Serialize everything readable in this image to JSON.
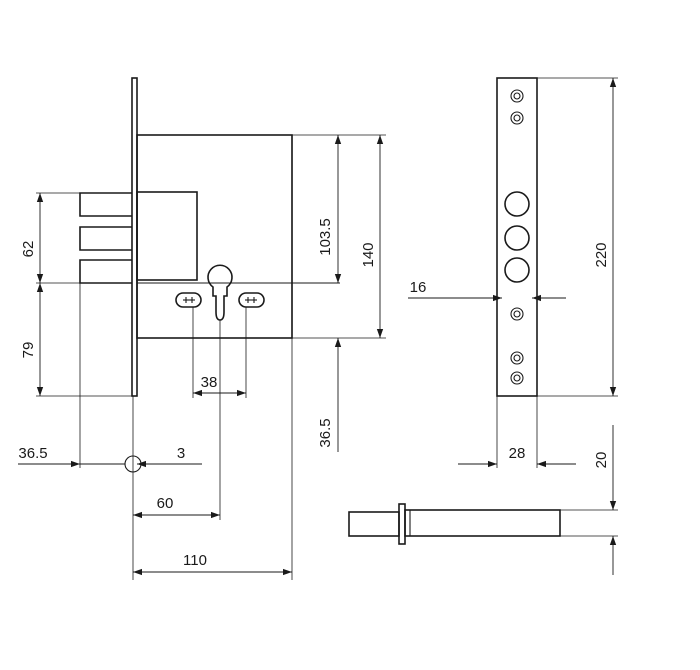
{
  "dimensions": {
    "latch_height": "62",
    "backset_vertical": "79",
    "hole_offset": "103.5",
    "body_height": "140",
    "bottom_offset": "36.5",
    "bolt_depth": "36.5",
    "faceplate_thickness": "3",
    "cylinder_spacing": "38",
    "backset": "60",
    "body_width": "110",
    "faceplate_length": "220",
    "faceplate_center": "16",
    "faceplate_width": "28",
    "bolt_diameter": "20"
  },
  "colors": {
    "line": "#1a1a1a",
    "background": "#ffffff"
  }
}
